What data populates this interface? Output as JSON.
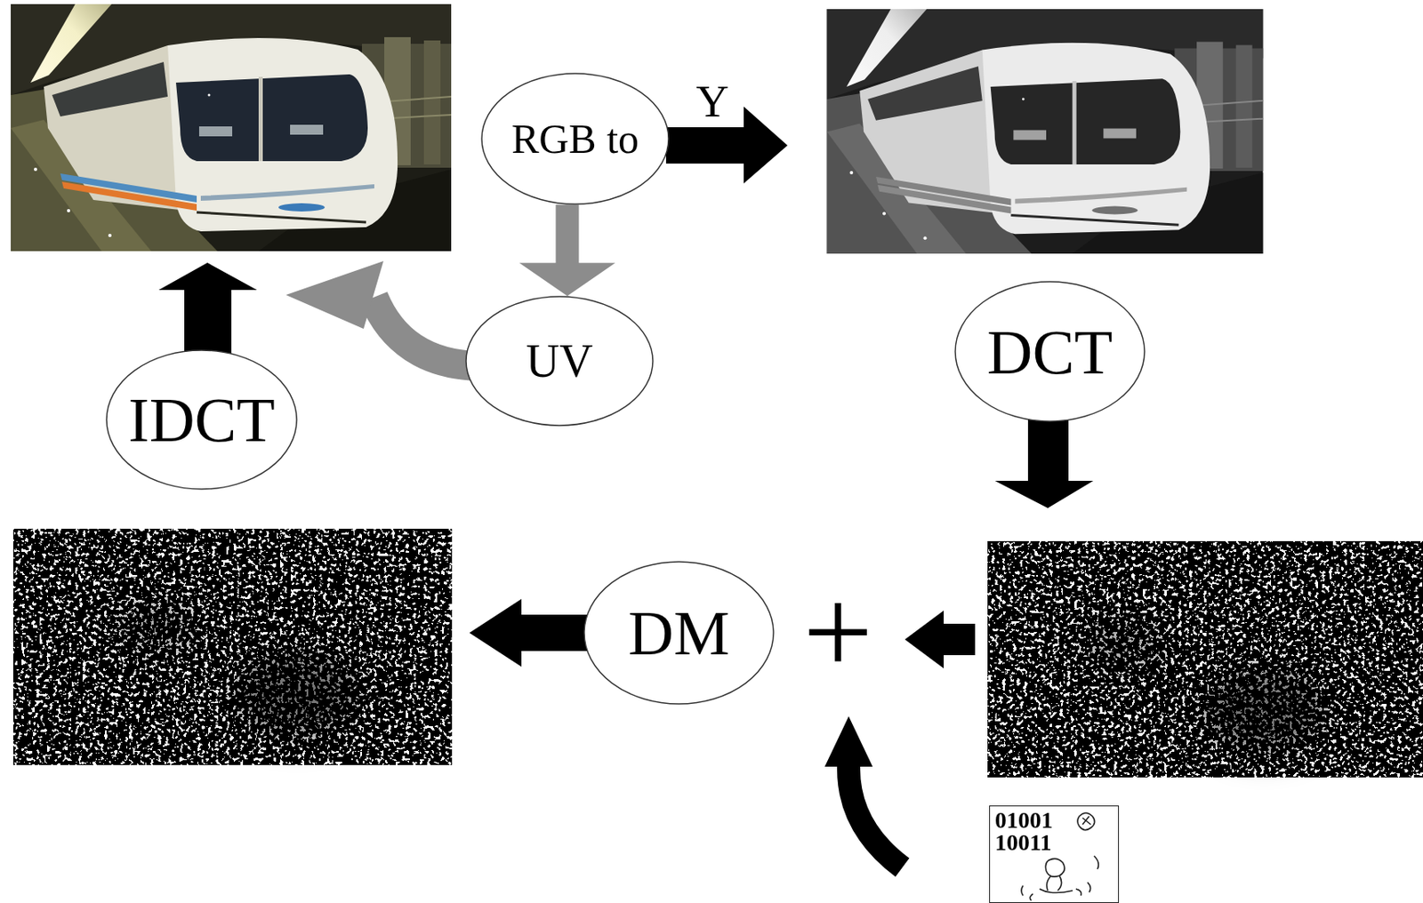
{
  "diagram": {
    "nodes": [
      {
        "text": [
          "RGB to"
        ]
      },
      {
        "text": [
          "DCT"
        ]
      },
      {
        "text": [
          "UV"
        ]
      },
      {
        "text": [
          "IDCT"
        ]
      },
      {
        "text": [
          "DM"
        ]
      },
      {
        "text": [
          "01001 10011"
        ]
      }
    ],
    "edges": [
      {
        "from": 0,
        "to": 2,
        "arrow": "to"
      }
    ],
    "labels": [
      "Y",
      "+"
    ]
  }
}
